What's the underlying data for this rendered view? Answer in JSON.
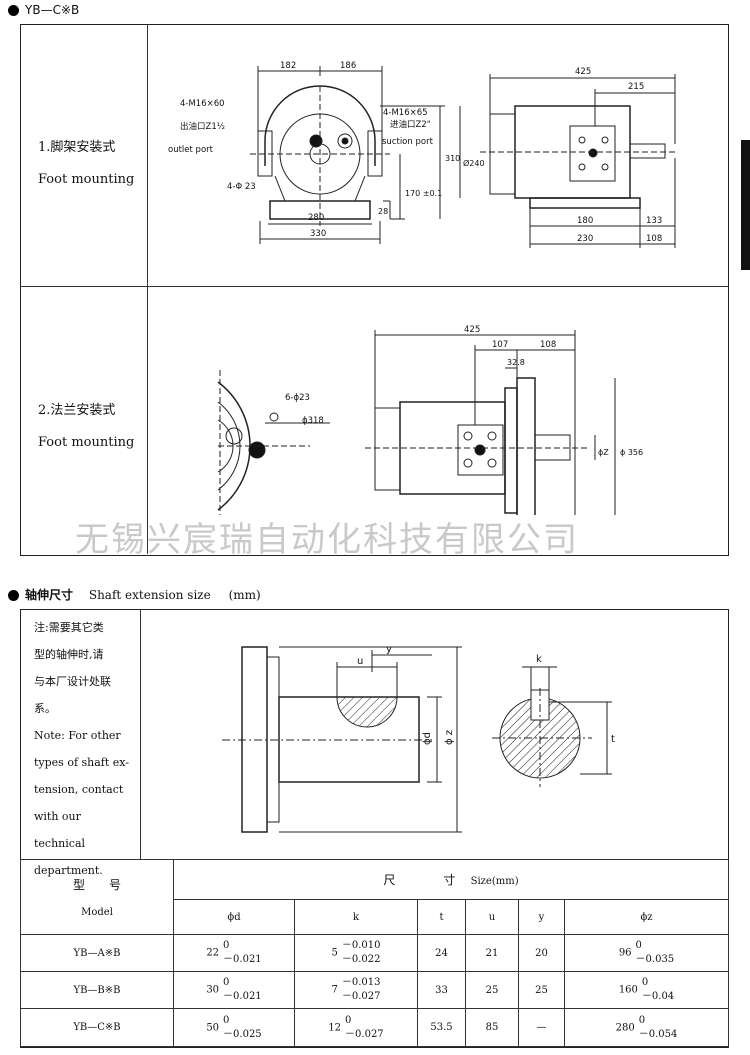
{
  "section1": {
    "title": "YB—C※B"
  },
  "mounting": {
    "row1": {
      "label_cn": "1.脚架安装式",
      "label_en": "Foot mounting"
    },
    "row2": {
      "label_cn": "2.法兰安装式",
      "label_en": "Foot mounting"
    }
  },
  "drawing1": {
    "dim_182": "182",
    "dim_186": "186",
    "bolt_outlet": "4-M16×60",
    "outlet_cn": "出油口Z1½",
    "outlet_en": "outlet port",
    "bolt_suction": "4-M16×65",
    "suction_cn": "进油口Z2\"",
    "suction_en": "suction port",
    "hole": "4-Φ 23",
    "dim_280": "280",
    "dim_330": "330",
    "dim_28": "28",
    "dim_170": "170 ±0.1",
    "dim_310": "310",
    "dim_240": "Ø240",
    "dim_425": "425",
    "dim_215": "215",
    "dim_180": "180",
    "dim_133": "133",
    "dim_230": "230",
    "dim_108": "108"
  },
  "drawing2": {
    "dim_425": "425",
    "dim_107": "107",
    "dim_108": "108",
    "dim_328": "32.8",
    "holes": "6-ϕ23",
    "dim_318": "ϕ318",
    "dim_z": "ϕZ",
    "dim_356": "ϕ 356"
  },
  "watermark": "无锡兴宸瑞自动化科技有限公司",
  "section2": {
    "title_cn": "轴伸尺寸",
    "title_en": "Shaft extension size",
    "unit": "(mm)"
  },
  "note": {
    "cn": [
      "注:需要其它类",
      "型的轴伸时,请",
      "与本厂设计处联",
      "系。"
    ],
    "en": [
      "Note:  For  other",
      "types of shaft ex-",
      "tension,      contact",
      "with our technical",
      "department."
    ]
  },
  "shaft_drawing": {
    "u": "u",
    "y": "y",
    "d": "ϕd",
    "z": "ϕ z",
    "k": "k",
    "t": "t"
  },
  "table": {
    "model_cn": "型　　号",
    "model_en": "Model",
    "size_cn": "尺　　　　寸",
    "size_en": "Size(mm)",
    "columns": [
      "ϕd",
      "k",
      "t",
      "u",
      "y",
      "ϕz"
    ],
    "rows": [
      {
        "model": "YB—A※B",
        "d": "22",
        "d_tol": [
          "0",
          "－0.021"
        ],
        "k": "5",
        "k_tol": [
          "－0.010",
          "－0.022"
        ],
        "t": "24",
        "u": "21",
        "y": "20",
        "z": "96",
        "z_tol": [
          "0",
          "－0.035"
        ]
      },
      {
        "model": "YB—B※B",
        "d": "30",
        "d_tol": [
          "0",
          "－0.021"
        ],
        "k": "7",
        "k_tol": [
          "－0.013",
          "－0.027"
        ],
        "t": "33",
        "u": "25",
        "y": "25",
        "z": "160",
        "z_tol": [
          "0",
          "－0.04"
        ]
      },
      {
        "model": "YB—C※B",
        "d": "50",
        "d_tol": [
          "0",
          "－0.025"
        ],
        "k": "12",
        "k_tol": [
          "0",
          "－0.027"
        ],
        "t": "53.5",
        "u": "85",
        "y": "—",
        "z": "280",
        "z_tol": [
          "0",
          "－0.054"
        ]
      }
    ]
  }
}
